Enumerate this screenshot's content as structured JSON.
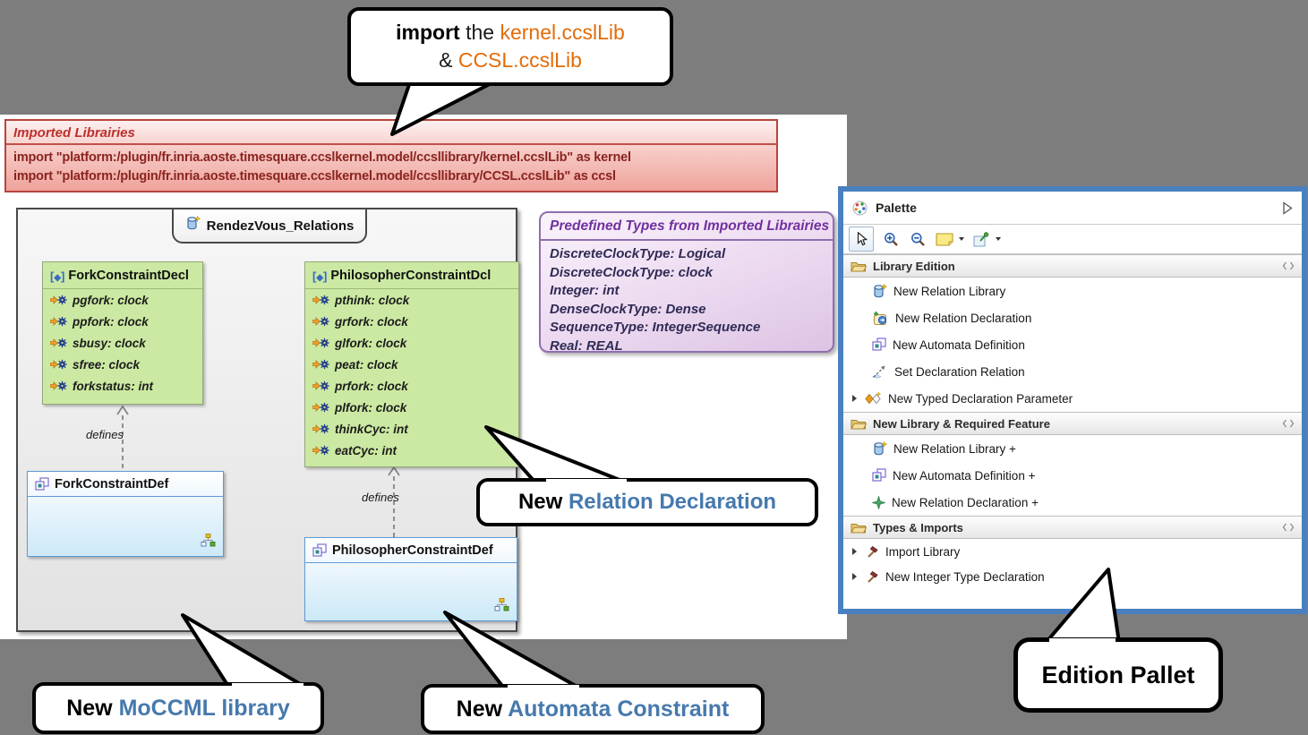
{
  "callouts": {
    "import_note": {
      "bold": "import",
      "mid": " the ",
      "orange1": "kernel.ccslLib",
      "amp": "& ",
      "orange2": "CCSL.ccslLib"
    },
    "relation_declaration": {
      "prefix": "New ",
      "highlight": "Relation Declaration"
    },
    "moccml_library": {
      "prefix": "New ",
      "highlight": "MoCCML library"
    },
    "automata_constraint": {
      "prefix": "New ",
      "highlight": "Automata Constraint"
    },
    "edition_pallet": {
      "label": "Edition Pallet"
    }
  },
  "banner": {
    "title": "Imported Librairies",
    "imports": [
      "import \"platform:/plugin/fr.inria.aoste.timesquare.ccslkernel.model/ccsllibrary/kernel.ccslLib\" as kernel",
      "import \"platform:/plugin/fr.inria.aoste.timesquare.ccslkernel.model/ccsllibrary/CCSL.ccslLib\" as ccsl"
    ]
  },
  "diagram": {
    "package_name": "RendezVous_Relations",
    "defines_label": "defines",
    "fork_decl": {
      "name": "ForkConstraintDecl",
      "bracket_open": "[",
      "bracket_close": "]",
      "diamond": "◆",
      "attrs": [
        "pgfork: clock",
        "ppfork: clock",
        "sbusy: clock",
        "sfree: clock",
        "forkstatus: int"
      ]
    },
    "philosopher_decl": {
      "name": "PhilosopherConstraintDcl",
      "bracket_open": "[",
      "bracket_close": "]",
      "diamond": "◆",
      "attrs": [
        "pthink: clock",
        "grfork: clock",
        "glfork: clock",
        "peat: clock",
        "prfork: clock",
        "plfork: clock",
        "thinkCyc: int",
        "eatCyc: int"
      ]
    },
    "fork_def": {
      "name": "ForkConstraintDef"
    },
    "philosopher_def": {
      "name": "PhilosopherConstraintDef"
    }
  },
  "predefined_types": {
    "title": "Predefined Types from Imported Librairies",
    "entries": [
      "DiscreteClockType: Logical",
      "DiscreteClockType: clock",
      "Integer: int",
      "DenseClockType: Dense",
      "SequenceType: IntegerSequence",
      "Real: REAL"
    ]
  },
  "palette": {
    "title": "Palette",
    "sections": [
      {
        "label": "Library Edition",
        "items": [
          {
            "label": "New Relation Library"
          },
          {
            "label": "New Relation Declaration"
          },
          {
            "label": "New Automata Definition"
          },
          {
            "label": "Set Declaration Relation"
          },
          {
            "label": "New Typed Declaration Parameter"
          }
        ]
      },
      {
        "label": "New Library & Required Feature",
        "items": [
          {
            "label": "New Relation Library +"
          },
          {
            "label": "New Automata Definition +"
          },
          {
            "label": "New Relation Declaration +"
          }
        ]
      },
      {
        "label": "Types & Imports",
        "items": [
          {
            "label": "Import Library"
          },
          {
            "label": "New Integer Type Declaration"
          }
        ]
      }
    ]
  },
  "colors": {
    "accent_orange": "#e36c09",
    "accent_blue": "#4679ad",
    "palette_border": "#4a80c0",
    "banner_red": "#bc2f2c",
    "decl_green": "#cbe9a2",
    "def_blue_border": "#5b9bd5",
    "types_purple": "#7030a0",
    "background_gray": "#7d7d7d"
  }
}
